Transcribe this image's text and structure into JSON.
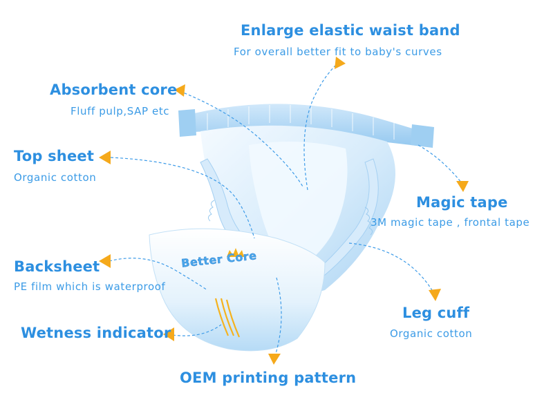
{
  "labels": {
    "waist": {
      "title": "Enlarge elastic waist band",
      "sub": "For overall better fit to baby's curves"
    },
    "absorbent": {
      "title": "Absorbent core",
      "sub": "Fluff pulp,SAP etc"
    },
    "topsheet": {
      "title": "Top sheet",
      "sub": "Organic cotton"
    },
    "magic": {
      "title": "Magic tape",
      "sub": "3M magic tape , frontal tape"
    },
    "backsheet": {
      "title": "Backsheet",
      "sub": "PE film which is waterproof"
    },
    "legcuff": {
      "title": "Leg cuff",
      "sub": "Organic cotton"
    },
    "wetness": {
      "title": "Wetness indicator"
    },
    "oem": {
      "title": "OEM printing pattern"
    }
  },
  "brand": {
    "logo_text": "Better Core"
  },
  "colors": {
    "label_blue": "#2d8fe0",
    "arrow_orange": "#f5a91b",
    "line_blue": "#3d9be8",
    "diaper_light": "#e8f4fd",
    "diaper_mid": "#bfe0f7"
  }
}
